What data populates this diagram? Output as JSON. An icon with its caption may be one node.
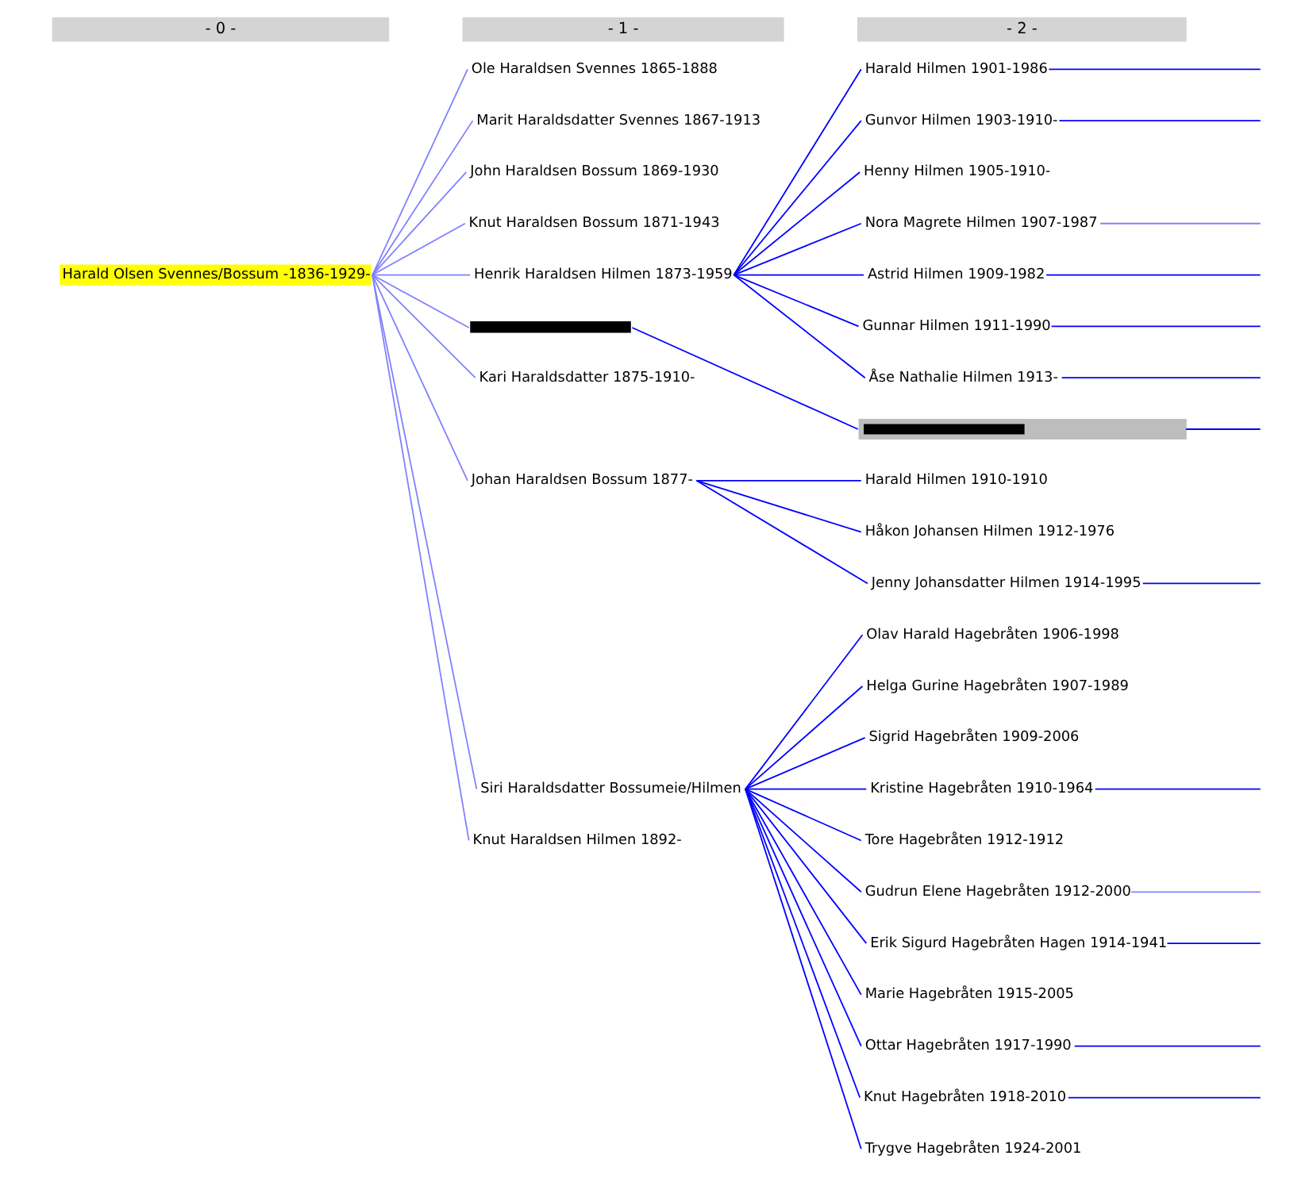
{
  "diagram": {
    "nodes": [
      {
        "text": [
          "Harald Olsen Svennes/Bossum -1836-1929-"
        ]
      },
      {
        "text": [
          "Ole Haraldsen Svennes 1865-1888"
        ]
      },
      {
        "text": [
          "Marit Haraldsdatter Svennes 1867-1913"
        ]
      },
      {
        "text": [
          "John Haraldsen Bossum 1869-1930"
        ]
      },
      {
        "text": [
          "Knut Haraldsen Bossum 1871-1943"
        ]
      },
      {
        "text": [
          "Henrik Haraldsen Hilmen 1873-1959"
        ]
      },
      {
        "text": [
          "Harald Hilmen 1901-1986"
        ]
      },
      {
        "text": [
          "Gunvor Hilmen 1903-1910-"
        ]
      },
      {
        "text": [
          "Henny Hilmen 1905-1910-"
        ]
      },
      {
        "text": [
          "Nora Magrete Hilmen 1907-1987"
        ]
      },
      {
        "text": [
          "Astrid Hilmen 1909-1982"
        ]
      },
      {
        "text": [
          "Gunnar Hilmen 1911-1990"
        ]
      },
      {
        "text": [
          "Åse Nathalie Hilmen 1913-"
        ]
      },
      {
        "text": [],
        "shape": "bar"
      },
      {
        "text": [],
        "shape": "bar"
      },
      {
        "text": [
          "Kari Haraldsdatter 1875-1910-"
        ]
      },
      {
        "text": [
          "Johan Haraldsen Bossum 1877-"
        ]
      },
      {
        "text": [
          "Harald Hilmen 1910-1910"
        ]
      },
      {
        "text": [
          "Håkon Johansen Hilmen 1912-1976"
        ]
      },
      {
        "text": [
          "Jenny Johansdatter Hilmen 1914-1995"
        ]
      },
      {
        "text": [
          "Siri Haraldsdatter Bossumeie/Hilmen"
        ]
      },
      {
        "text": [
          "Olav Harald Hagebråten 1906-1998"
        ]
      },
      {
        "text": [
          "Helga Gurine Hagebråten 1907-1989"
        ]
      },
      {
        "text": [
          "Sigrid Hagebråten 1909-2006"
        ]
      },
      {
        "text": [
          "Kristine Hagebråten 1910-1964"
        ]
      },
      {
        "text": [
          "Tore Hagebråten 1912-1912"
        ]
      },
      {
        "text": [
          "Gudrun Elene Hagebråten 1912-2000"
        ]
      },
      {
        "text": [
          "Erik Sigurd Hagebråten Hagen 1914-1941"
        ]
      },
      {
        "text": [
          "Marie Hagebråten 1915-2005"
        ]
      },
      {
        "text": [
          "Ottar Hagebråten 1917-1990"
        ]
      },
      {
        "text": [
          "Knut Hagebråten 1918-2010"
        ]
      },
      {
        "text": [
          "Trygve Hagebråten 1924-2001"
        ]
      },
      {
        "text": [
          "Knut Haraldsen Hilmen 1892-"
        ]
      }
    ],
    "edges": [
      {
        "from": 0,
        "to": 1,
        "arrow": "none",
        "color": "#8080ff"
      },
      {
        "from": 0,
        "to": 2,
        "arrow": "none",
        "color": "#8080ff"
      },
      {
        "from": 0,
        "to": 3,
        "arrow": "none",
        "color": "#8080ff"
      },
      {
        "from": 0,
        "to": 4,
        "arrow": "none",
        "color": "#8080ff"
      },
      {
        "from": 0,
        "to": 5,
        "arrow": "none",
        "color": "#8080ff"
      },
      {
        "from": 5,
        "to": 6,
        "arrow": "none"
      },
      {
        "from": 6,
        "to": null,
        "arrow": "none"
      },
      {
        "from": 5,
        "to": 7,
        "arrow": "none"
      },
      {
        "from": 7,
        "to": null,
        "arrow": "none"
      },
      {
        "from": 5,
        "to": 8,
        "arrow": "none"
      },
      {
        "from": 5,
        "to": 9,
        "arrow": "none"
      },
      {
        "from": 9,
        "to": null,
        "arrow": "none",
        "color": "#8080ff"
      },
      {
        "from": 5,
        "to": 10,
        "arrow": "none"
      },
      {
        "from": 10,
        "to": null,
        "arrow": "none"
      },
      {
        "from": 5,
        "to": 11,
        "arrow": "none"
      },
      {
        "from": 11,
        "to": null,
        "arrow": "none"
      },
      {
        "from": 5,
        "to": 12,
        "arrow": "none"
      },
      {
        "from": 12,
        "to": null,
        "arrow": "none"
      },
      {
        "from": 0,
        "to": 13,
        "arrow": "none",
        "color": "#8080ff"
      },
      {
        "from": 13,
        "to": 14,
        "arrow": "none"
      },
      {
        "from": 14,
        "to": null,
        "arrow": "none"
      },
      {
        "from": 0,
        "to": 15,
        "arrow": "none",
        "color": "#8080ff"
      },
      {
        "from": 0,
        "to": 16,
        "arrow": "none",
        "color": "#8080ff"
      },
      {
        "from": 16,
        "to": 17,
        "arrow": "none"
      },
      {
        "from": 16,
        "to": 18,
        "arrow": "none"
      },
      {
        "from": 16,
        "to": 19,
        "arrow": "none"
      },
      {
        "from": 19,
        "to": null,
        "arrow": "none"
      },
      {
        "from": 0,
        "to": 20,
        "arrow": "none",
        "color": "#8080ff"
      },
      {
        "from": 20,
        "to": 21,
        "arrow": "none"
      },
      {
        "from": 20,
        "to": 22,
        "arrow": "none"
      },
      {
        "from": 20,
        "to": 23,
        "arrow": "none"
      },
      {
        "from": 20,
        "to": 24,
        "arrow": "none"
      },
      {
        "from": 24,
        "to": null,
        "arrow": "none"
      },
      {
        "from": 20,
        "to": 25,
        "arrow": "none"
      },
      {
        "from": 20,
        "to": 26,
        "arrow": "none"
      },
      {
        "from": 26,
        "to": null,
        "arrow": "none",
        "color": "#8080ff"
      },
      {
        "from": 20,
        "to": 27,
        "arrow": "none"
      },
      {
        "from": 27,
        "to": null,
        "arrow": "none"
      },
      {
        "from": 20,
        "to": 28,
        "arrow": "none"
      },
      {
        "from": 20,
        "to": 29,
        "arrow": "none"
      },
      {
        "from": 29,
        "to": null,
        "arrow": "none"
      },
      {
        "from": 20,
        "to": 30,
        "arrow": "none"
      },
      {
        "from": 30,
        "to": null,
        "arrow": "none"
      },
      {
        "from": 20,
        "to": 31,
        "arrow": "none"
      },
      {
        "from": 0,
        "to": 32,
        "arrow": "none",
        "color": "#8080ff"
      }
    ],
    "labels": [
      "- 0 -",
      "- 1 -",
      "- 2 -"
    ]
  }
}
